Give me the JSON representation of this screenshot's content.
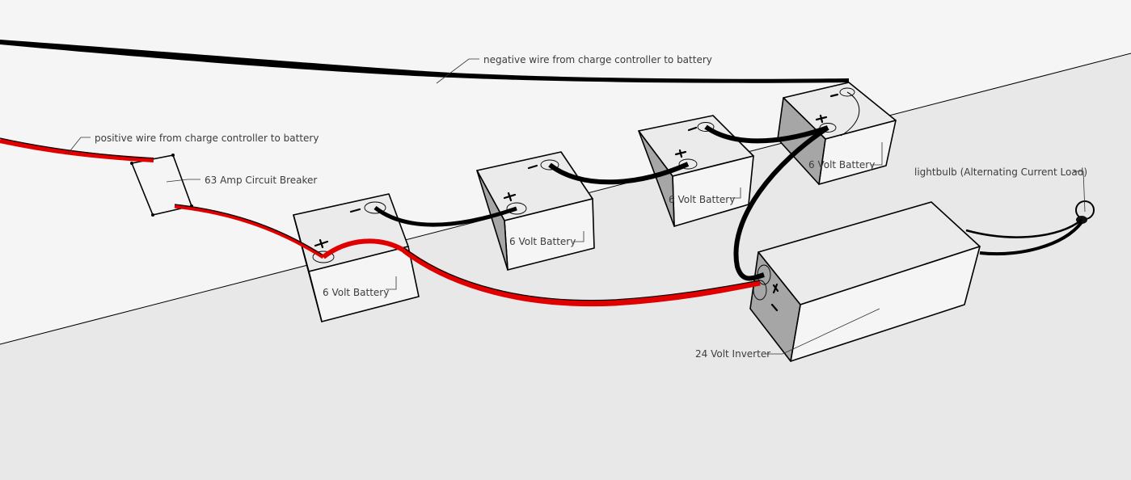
{
  "diagram": {
    "title": "24 Volt solar battery bank wiring",
    "colors": {
      "wall": "#f5f5f5",
      "floor": "#e8e8e8",
      "negative_wire": "#000000",
      "positive_wire": "#e00000",
      "box_shadow_face": "#a6a6a6"
    },
    "labels": {
      "negative_wire": "negative wire from charge controller to battery",
      "positive_wire": "positive wire from charge controller to battery",
      "circuit_breaker": "63 Amp Circuit Breaker",
      "battery_1": "6 Volt Battery",
      "battery_2": "6 Volt Battery",
      "battery_3": "6 Volt Battery",
      "battery_4": "6 Volt Battery",
      "inverter": "24 Volt Inverter",
      "lightbulb": "lightbulb (Alternating Current Load)"
    },
    "components": [
      {
        "id": "circuit-breaker",
        "type": "breaker",
        "rating": "63 Amp"
      },
      {
        "id": "battery-1",
        "type": "battery",
        "voltage": "6 Volt"
      },
      {
        "id": "battery-2",
        "type": "battery",
        "voltage": "6 Volt"
      },
      {
        "id": "battery-3",
        "type": "battery",
        "voltage": "6 Volt"
      },
      {
        "id": "battery-4",
        "type": "battery",
        "voltage": "6 Volt"
      },
      {
        "id": "inverter",
        "type": "inverter",
        "voltage": "24 Volt"
      },
      {
        "id": "lightbulb",
        "type": "load",
        "current": "Alternating Current"
      }
    ],
    "connections": [
      {
        "from": "charge-controller",
        "to": "circuit-breaker",
        "polarity": "positive"
      },
      {
        "from": "circuit-breaker",
        "to": "battery-1",
        "polarity": "positive"
      },
      {
        "from": "battery-1",
        "to": "battery-2",
        "polarity": "series"
      },
      {
        "from": "battery-2",
        "to": "battery-3",
        "polarity": "series"
      },
      {
        "from": "battery-3",
        "to": "battery-4",
        "polarity": "series"
      },
      {
        "from": "charge-controller",
        "to": "battery-4",
        "polarity": "negative"
      },
      {
        "from": "battery-1",
        "to": "inverter",
        "polarity": "positive"
      },
      {
        "from": "battery-4",
        "to": "inverter",
        "polarity": "negative"
      },
      {
        "from": "inverter",
        "to": "lightbulb",
        "polarity": "ac"
      }
    ]
  }
}
